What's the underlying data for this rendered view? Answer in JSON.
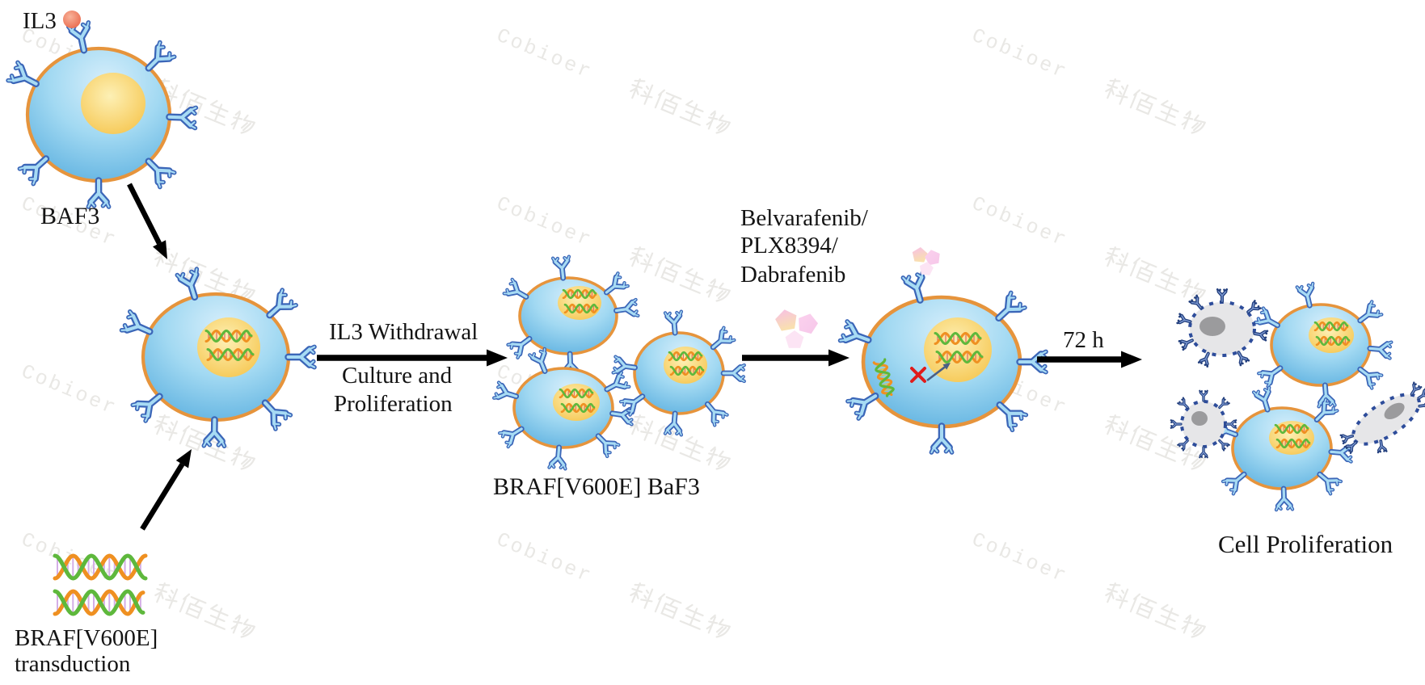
{
  "watermark": {
    "text": "Cobioer 科佰生物",
    "color": "#e9e8e5"
  },
  "labels": {
    "il3": "IL3",
    "baf3": "BAF3",
    "transduction1": "BRAF[V600E]",
    "transduction2": "transduction",
    "withdrawal": "IL3 Withdrawal",
    "culture1": "Culture and",
    "culture2": "Proliferation",
    "cluster": "BRAF[V600E] BaF3",
    "drug1": "Belvarafenib/",
    "drug2": "PLX8394/",
    "drug3": "Dabrafenib",
    "duration": "72 h",
    "result": "Cell Proliferation"
  },
  "colors": {
    "membrane": "#e6943c",
    "cytoplasm_light": "#d3edfa",
    "cytoplasm_deep": "#54abdd",
    "nucleus_light": "#fdf0b5",
    "nucleus_deep": "#f5c246",
    "receptor_fill": "#a7dbf4",
    "receptor_outline": "#3b66b8",
    "dying_receptor_outline": "#24407e",
    "dying_body": "#e6e6e8",
    "dying_nucleus": "#9b9b9d",
    "dna_green": "#5eb83c",
    "dna_orange": "#ef9021",
    "il3_dot": "#ea6c4f",
    "drug_pink": "#f8cdeb",
    "arrow": "#000000",
    "inhibit_x": "#e01b1b"
  }
}
